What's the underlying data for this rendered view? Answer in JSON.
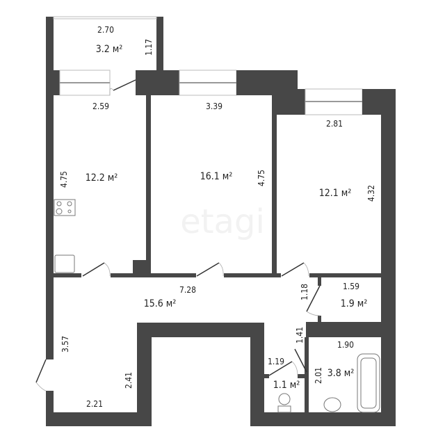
{
  "plan": {
    "wall_color": "#474747",
    "rooms": [
      {
        "id": "balcony",
        "area": "3.2 м²",
        "dims": [
          "2.70",
          "1.17"
        ]
      },
      {
        "id": "kitchen",
        "area": "12.2 м²",
        "dims": [
          "2.59",
          "4.75"
        ]
      },
      {
        "id": "room-middle",
        "area": "16.1 м²",
        "dims": [
          "3.39",
          "4.75"
        ]
      },
      {
        "id": "room-right",
        "area": "12.1 м²",
        "dims": [
          "2.81",
          "4.32"
        ]
      },
      {
        "id": "hallway",
        "area": "15.6 м²",
        "dims": [
          "7.28",
          "3.57",
          "2.41",
          "2.21",
          "1.18",
          "1.41"
        ]
      },
      {
        "id": "storage",
        "area": "1.9 м²",
        "dims": [
          "1.59"
        ]
      },
      {
        "id": "toilet",
        "area": "1.1 м²",
        "dims": [
          "1.19"
        ]
      },
      {
        "id": "bathroom",
        "area": "3.8 м²",
        "dims": [
          "1.90",
          "2.01"
        ]
      }
    ],
    "watermark": "etagi"
  }
}
